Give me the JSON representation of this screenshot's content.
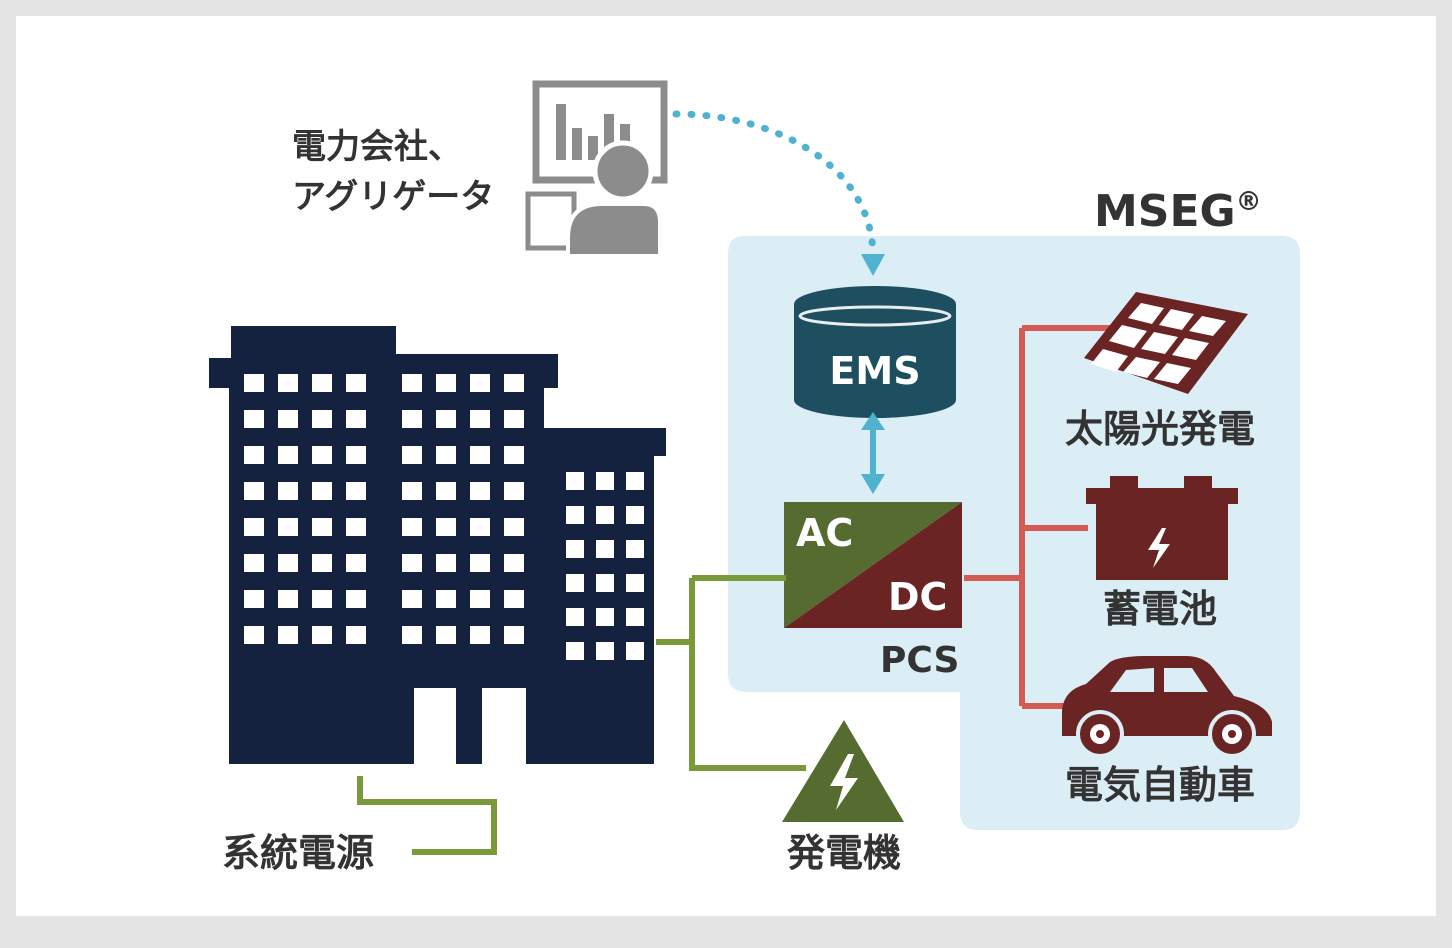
{
  "labels": {
    "company_line1": "電力会社、",
    "company_line2": "アグリゲータ",
    "mseg": "MSEG",
    "mseg_mark": "®",
    "ems": "EMS",
    "ac": "AC",
    "dc": "DC",
    "pcs": "PCS",
    "solar": "太陽光発電",
    "battery": "蓄電池",
    "ev": "電気自動車",
    "generator": "発電機",
    "grid": "系統電源"
  },
  "colors": {
    "background": "#e4e4e4",
    "mseg_panel": "#dbedf5",
    "building": "#14223f",
    "ems": "#1d4f60",
    "ac_green": "#556b2f",
    "dc_red": "#6b2424",
    "green_line": "#7a9a3a",
    "red_line": "#d45a54",
    "blue_arrow": "#4fb3cf",
    "gray_icon": "#8c8c8c",
    "text": "#333333"
  }
}
